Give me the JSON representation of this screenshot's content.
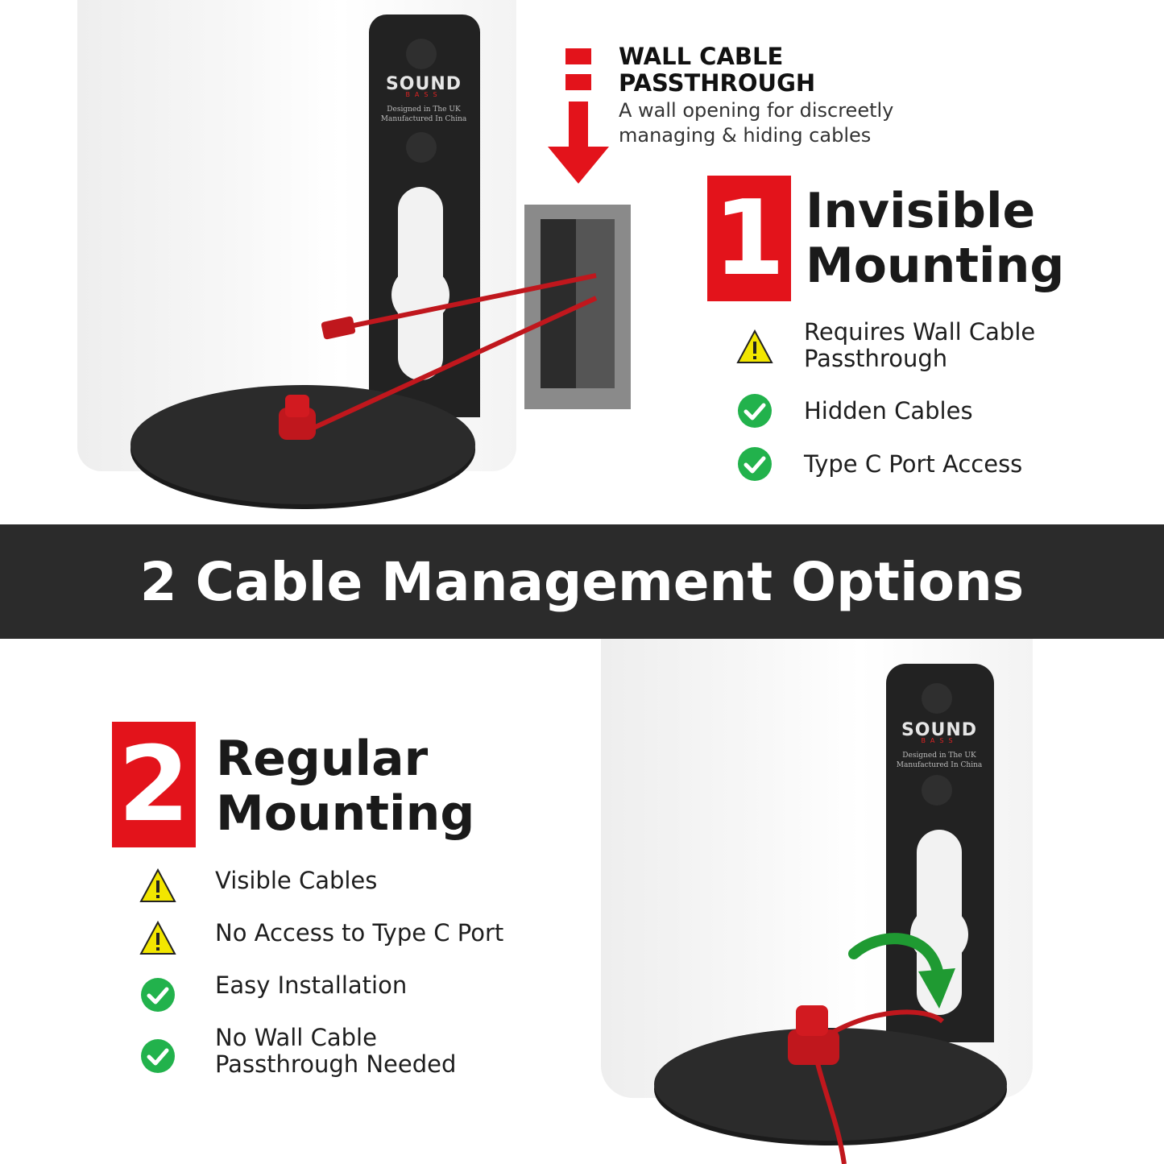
{
  "top_callout": {
    "title_line1": "WALL CABLE",
    "title_line2": "PASSTHROUGH",
    "desc_line1": "A wall opening for discreetly",
    "desc_line2": "managing & hiding cables"
  },
  "option1": {
    "number": "1",
    "title_line1": "Invisible",
    "title_line2": "Mounting",
    "features": [
      {
        "icon": "warning-icon",
        "line1": "Requires Wall Cable",
        "line2": "Passthrough"
      },
      {
        "icon": "check-icon",
        "line1": "Hidden Cables",
        "line2": ""
      },
      {
        "icon": "check-icon",
        "line1": "Type C Port Access",
        "line2": ""
      }
    ]
  },
  "banner": {
    "text": "2 Cable Management Options"
  },
  "option2": {
    "number": "2",
    "title_line1": "Regular",
    "title_line2": "Mounting",
    "features": [
      {
        "icon": "warning-icon",
        "line1": "Visible Cables",
        "line2": ""
      },
      {
        "icon": "warning-icon",
        "line1": "No Access to Type C Port",
        "line2": ""
      },
      {
        "icon": "check-icon",
        "line1": "Easy Installation",
        "line2": ""
      },
      {
        "icon": "check-icon",
        "line1": "No Wall Cable",
        "line2": "Passthrough Needed"
      }
    ]
  },
  "brand": {
    "logo": "SOUND",
    "sub": "BASS",
    "line1": "Designed in The UK",
    "line2": "Manufactured In China"
  },
  "colors": {
    "accent_red": "#e3131b",
    "banner_bg": "#2b2b2b",
    "check_green": "#22b24c",
    "warning_yellow": "#f2e600"
  }
}
